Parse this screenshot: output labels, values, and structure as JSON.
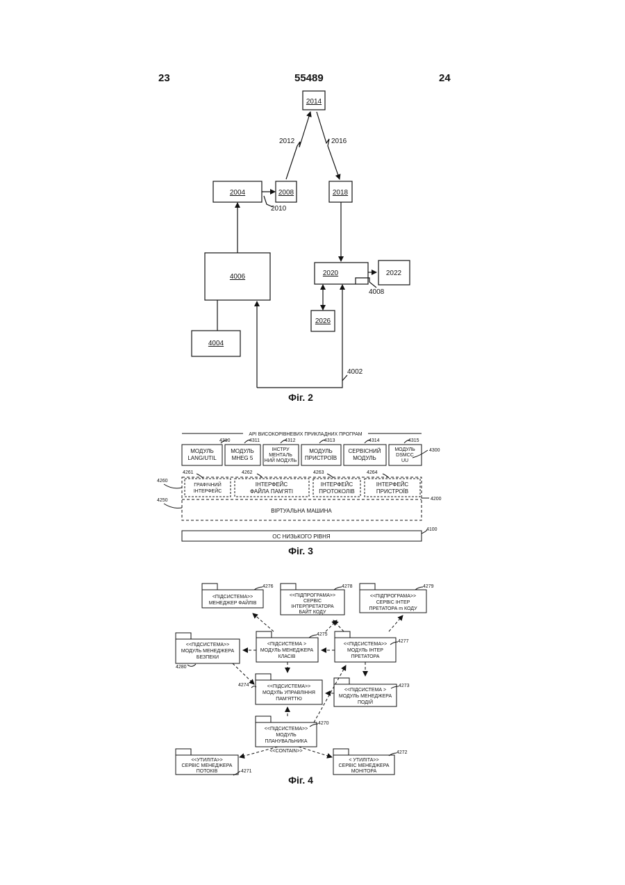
{
  "header": {
    "left_page": "23",
    "doc_number": "55489",
    "right_page": "24"
  },
  "fig2": {
    "caption": "Фіг. 2",
    "boxes": {
      "b2014": "2014",
      "b2004": "2004",
      "b2008": "2008",
      "b2018": "2018",
      "b4006": "4006",
      "b2020": "2020",
      "b2022": "2022",
      "b2026": "2026",
      "b4004": "4004"
    },
    "labels": {
      "l2012": "2012",
      "l2016": "2016",
      "l2010": "2010",
      "l4008": "4008",
      "l4002": "4002"
    }
  },
  "fig3": {
    "caption": "Фіг. 3",
    "api_title": "API ВИСОКОРІВНЕВИХ ПРИКЛАДНИХ ПРОГРАМ",
    "modules": [
      {
        "ref": "4310",
        "line1": "МОДУЛЬ",
        "line2": "LANG/UTIL"
      },
      {
        "ref": "4311",
        "line1": "МОДУЛЬ",
        "line2": "MHEG 5"
      },
      {
        "ref": "4312",
        "line1": "ІНСТРУ",
        "line2": "МЕНТАЛЬ",
        "line3": "НИЙ МОДУЛЬ"
      },
      {
        "ref": "4313",
        "line1": "МОДУЛЬ",
        "line2": "ПРИСТРОЇВ"
      },
      {
        "ref": "4314",
        "line1": "СЕРВІСНИЙ",
        "line2": "МОДУЛЬ"
      },
      {
        "ref": "4315",
        "line1": "МОДУЛЬ",
        "line2": "DSMCC",
        "line3": "UU"
      }
    ],
    "ref_4300": "4300",
    "interfaces": [
      {
        "ref": "4261",
        "line1": "ГРАФІЧНИЙ",
        "line2": "ІНТЕРФЕЙС"
      },
      {
        "ref": "4262",
        "line1": "ІНТЕРФЕЙС",
        "line2": "ФАЙЛА ПАМ'ЯТІ"
      },
      {
        "ref": "4263",
        "line1": "ІНТЕРФЕЙС",
        "line2": "ПРОТОКОЛІВ"
      },
      {
        "ref": "4264",
        "line1": "ІНТЕРФЕЙС",
        "line2": "ПРИСТРОЇВ"
      }
    ],
    "ref_4260": "4260",
    "ref_4250": "4250",
    "ref_4200": "4200",
    "vm_label": "ВІРТУАЛЬНА МАШИНА",
    "os_label": "ОС НИЗЬКОГО РІВНЯ",
    "ref_4100": "4100"
  },
  "fig4": {
    "caption": "Фіг. 4",
    "packages": {
      "p4276": {
        "ref": "4276",
        "line1": "<ПІДСИСТЕМА>>",
        "line2": "МЕНЕДЖЕР ФАЙЛІВ"
      },
      "p4278": {
        "ref": "4278",
        "line1": "<<ПІДПРОГРАМА>>",
        "line2": "СЕРВІС",
        "line3": "ІНТЕРПРЕТАТОРА",
        "line4": "БАЙТ КОДУ"
      },
      "p4279": {
        "ref": "4279",
        "line1": "<<ПІДПРОГРАМА>>",
        "line2": "СЕРВІС ІНТЕР",
        "line3": "ПРЕТАТОРА m КОДУ"
      },
      "p4280": {
        "ref": "4280",
        "line1": "<<ПІДСИСТЕМА>>",
        "line2": "МОДУЛЬ МЕНЕДЖЕРА",
        "line3": "БЕЗПЕКИ"
      },
      "p4275": {
        "ref": "4275",
        "line1": "<ПІДСИСТЕМА >",
        "line2": "МОДУЛЬ МЕНЕДЖЕРА",
        "line3": "КЛАСІВ"
      },
      "p4277": {
        "ref": "4277",
        "line1": "<<ПІДСИСТЕМА>>",
        "line2": "МОДУЛЬ ІНТЕР",
        "line3": "ПРЕТАТОРА"
      },
      "p4274": {
        "ref": "4274",
        "line1": "<<ПІДСИСТЕМА>>",
        "line2": "МОДУЛЬ УПРАВЛІННЯ",
        "line3": "ПАМ'ЯТТЮ"
      },
      "p4273": {
        "ref": "4273",
        "line1": "<<ПІДСИСТЕМА >",
        "line2": "МОДУЛЬ МЕНЕДЖЕРА",
        "line3": "ПОДІЙ"
      },
      "p4270": {
        "ref": "4270",
        "line1": "<<ПІДСИСТЕМА>>",
        "line2": "МОДУЛЬ",
        "line3": "ПЛАНУВАЛЬНИКА"
      },
      "p4271": {
        "ref": "4271",
        "line1": "<<УТИЛІТА>>",
        "line2": "СЕРВІС МЕНЕДЖЕРА",
        "line3": "ПОТОКІВ"
      },
      "p4272": {
        "ref": "4272",
        "line1": "< УТИЛІТА>>",
        "line2": "СЕРВІС МЕНЕДЖЕРА",
        "line3": "МОНІТОРА"
      }
    },
    "contain_label": "<<CONTAIN>>"
  }
}
